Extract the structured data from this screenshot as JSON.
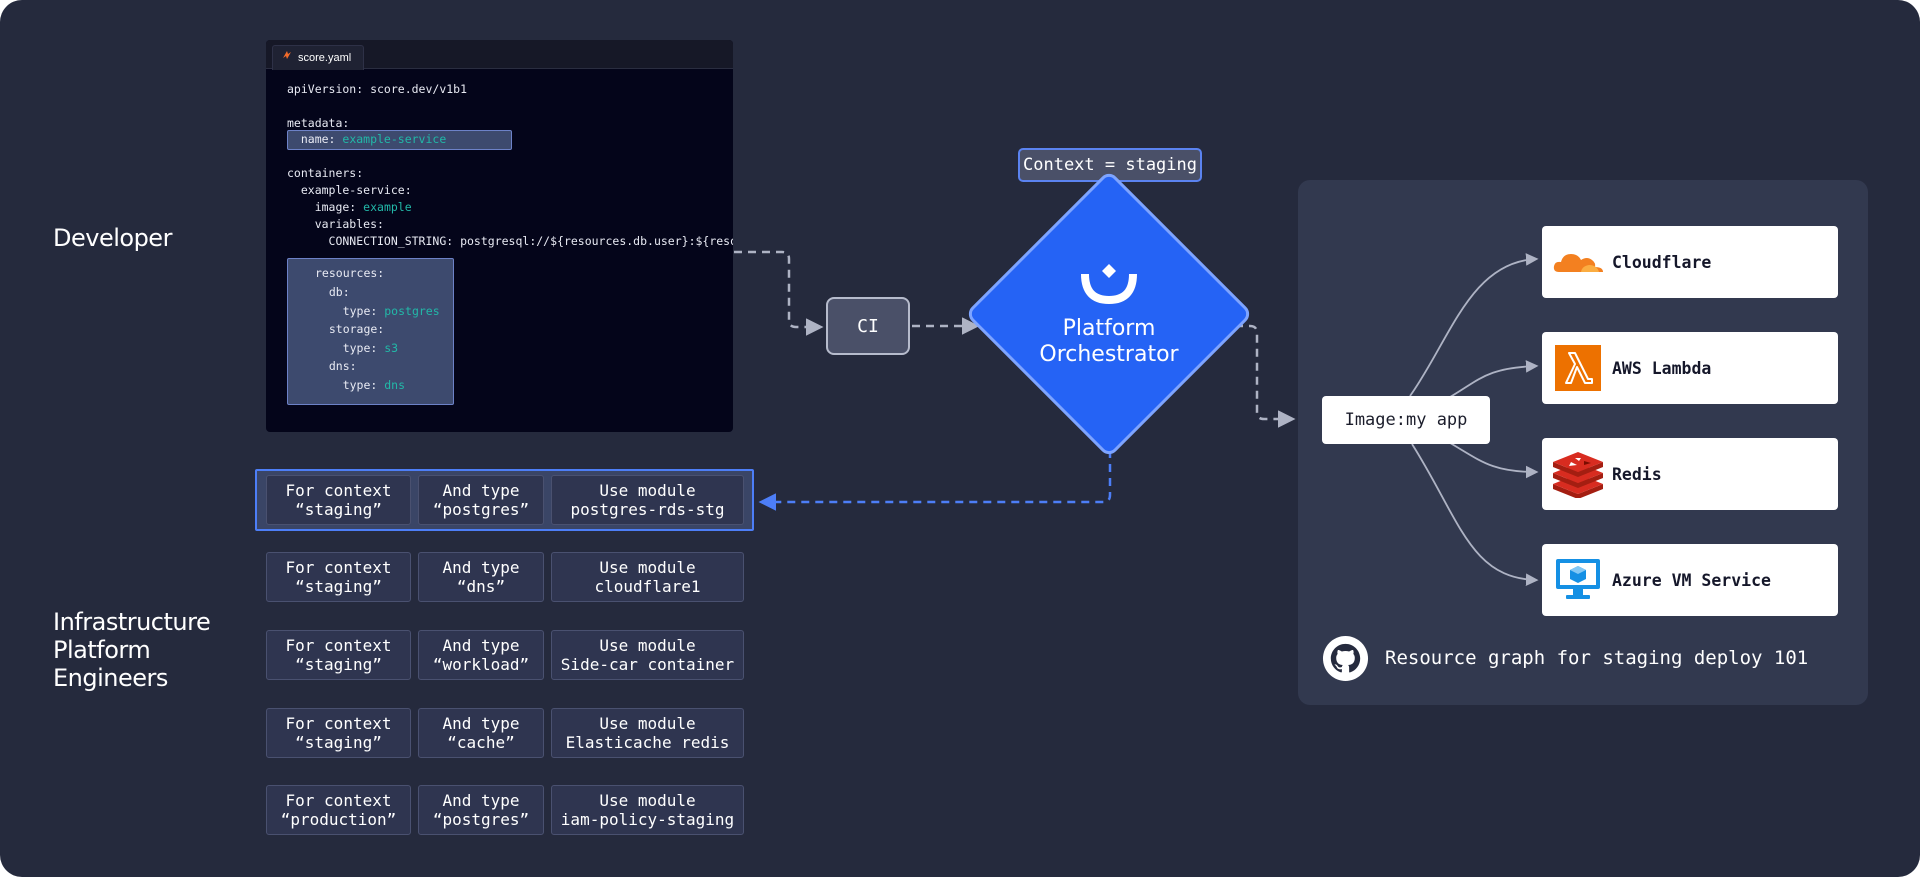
{
  "labels": {
    "developer": "Developer",
    "infra_line1": "Infrastructure",
    "infra_line2": "Platform",
    "infra_line3": "Engineers"
  },
  "editor": {
    "tab_name": "score.yaml",
    "lines": {
      "l1": "apiVersion: score.dev/v1b1",
      "l2": "metadata:",
      "l3_key": "  name: ",
      "l3_val": "example-service",
      "l4": "containers:",
      "l5": "  example-service:",
      "l6_key": "    image: ",
      "l6_val": "example",
      "l7": "    variables:",
      "l8": "      CONNECTION_STRING: postgresql://${resources.db.user}:${reso",
      "r1": "resources:",
      "r2": "  db:",
      "r3_key": "    type: ",
      "r3_val": "postgres",
      "r4": "  storage:",
      "r5_key": "    type: ",
      "r5_val": "s3",
      "r6": "  dns:",
      "r7_key": "    type: ",
      "r7_val": "dns"
    }
  },
  "rules": [
    {
      "context": "For context",
      "context_val": "“staging”",
      "type": "And type",
      "type_val": "“postgres”",
      "module": "Use module",
      "module_val": "postgres-rds-stg"
    },
    {
      "context": "For context",
      "context_val": "“staging”",
      "type": "And type",
      "type_val": "“dns”",
      "module": "Use module",
      "module_val": "cloudflare1"
    },
    {
      "context": "For context",
      "context_val": "“staging”",
      "type": "And type",
      "type_val": "“workload”",
      "module": "Use module",
      "module_val": "Side-car container"
    },
    {
      "context": "For context",
      "context_val": "“staging”",
      "type": "And type",
      "type_val": "“cache”",
      "module": "Use module",
      "module_val": "Elasticache redis"
    },
    {
      "context": "For context",
      "context_val": "“production”",
      "type": "And type",
      "type_val": "“postgres”",
      "module": "Use module",
      "module_val": "iam-policy-staging"
    }
  ],
  "ci": "CI",
  "context_pill": "Context = staging",
  "orchestrator": {
    "line1": "Platform",
    "line2": "Orchestrator"
  },
  "resource_graph": {
    "image_node": "Image:my app",
    "services": [
      {
        "name": "Cloudflare",
        "icon": "cloudflare-icon"
      },
      {
        "name": "AWS Lambda",
        "icon": "aws-lambda-icon"
      },
      {
        "name": "Redis",
        "icon": "redis-icon"
      },
      {
        "name": "Azure VM Service",
        "icon": "azure-vm-icon"
      }
    ],
    "caption": "Resource graph for staging deploy 101"
  },
  "colors": {
    "background": "#252a3d",
    "orchestrator_blue": "#2563f5",
    "highlight_border": "#4d7ef7",
    "code_value": "#22b8a8"
  }
}
